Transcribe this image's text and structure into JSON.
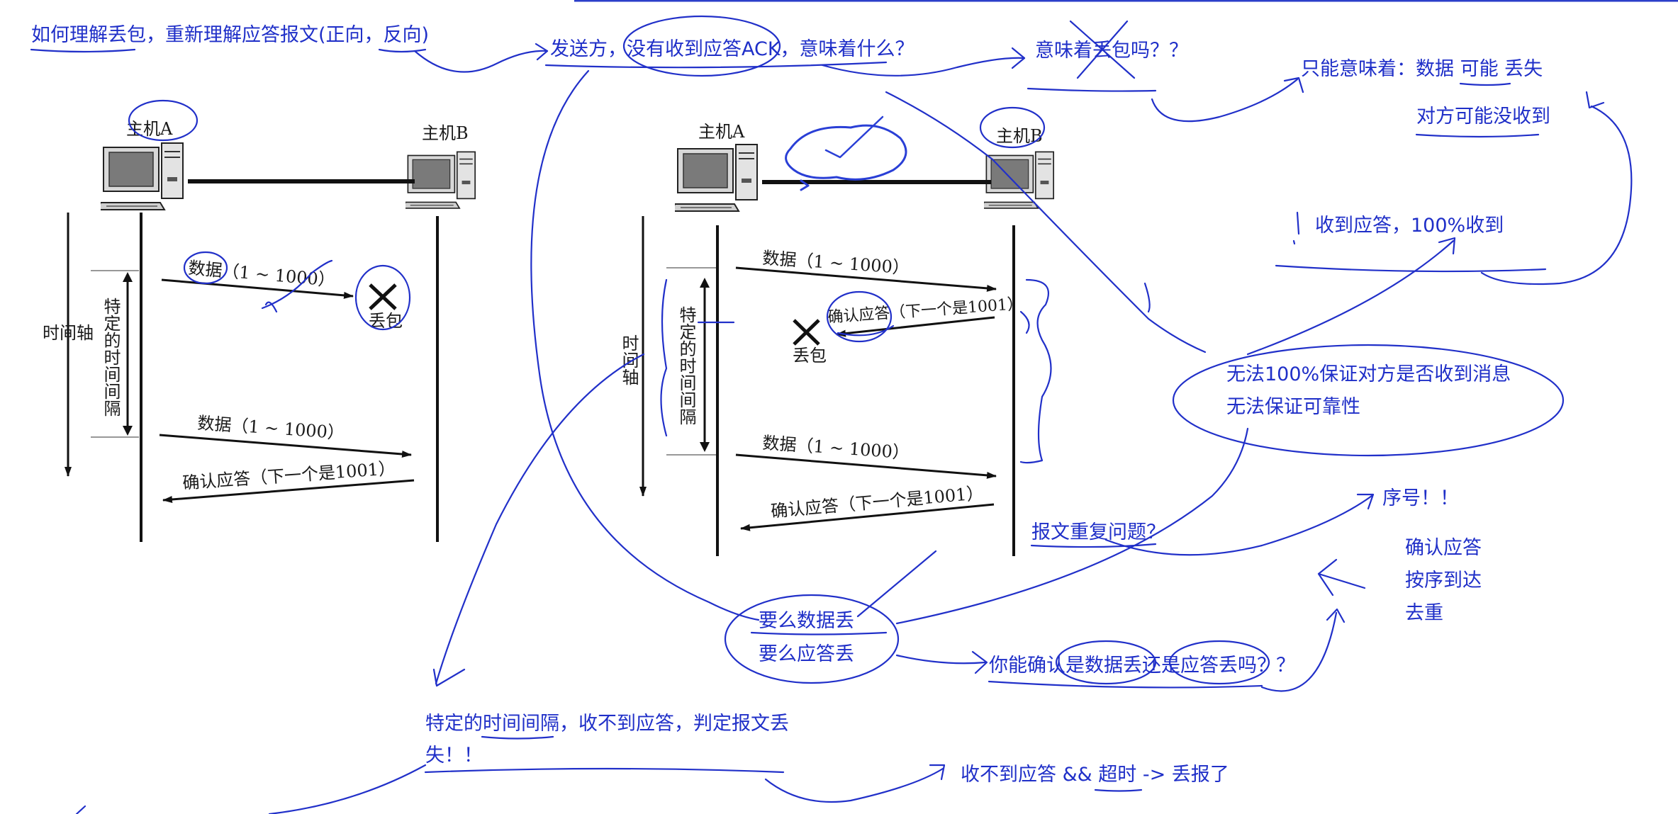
{
  "colors": {
    "ink": "#1f2fc8",
    "diagram": "#111111",
    "background": "#ffffff",
    "cloud": "#2a3fd6"
  },
  "notes": {
    "title": "如何理解丢包，重新理解应答报文(正向，反向)",
    "sender_question": "发送方，没有收到应答ACK，意味着什么？",
    "means_loss": "意味着丢包吗？？",
    "only_means": "只能意味着：数据 可能 丢失",
    "peer_may_not": "对方可能没收到",
    "received_ack": "收到应答，100%收到",
    "cannot_guarantee_1": "无法100%保证对方是否收到消息",
    "cannot_guarantee_2": "无法保证可靠性",
    "seq": "序号！！",
    "feature_1": "确认应答",
    "feature_2": "按序到达",
    "feature_3": "去重",
    "duplicate": "报文重复问题？",
    "either_data": "要么数据丢",
    "either_ack": "要么应答丢",
    "can_you_tell": "你能确认是数据丢还是应答丢吗？？",
    "timeout_rule_1": "特定的时间间隔，收不到应答，判定报文丢",
    "timeout_rule_2": "失！！",
    "conclusion": "收不到应答 && 超时 -> 丢报了"
  },
  "diagram_left": {
    "host_a": "主机A",
    "host_b": "主机B",
    "time_axis": "时间轴",
    "interval": "特定的时间间隔",
    "data1": "数据（1 ~ 1000）",
    "lost": "丢包",
    "data2": "数据（1 ~ 1000）",
    "ack": "确认应答（下一个是1001）"
  },
  "diagram_right": {
    "host_a": "主机A",
    "host_b": "主机B",
    "time_axis": "时间轴",
    "interval": "特定的时间间隔",
    "data1": "数据（1 ~ 1000）",
    "ack1": "确认应答（下一个是1001）",
    "lost": "丢包",
    "data2": "数据（1 ~ 1000）",
    "ack2": "确认应答（下一个是1001）"
  }
}
